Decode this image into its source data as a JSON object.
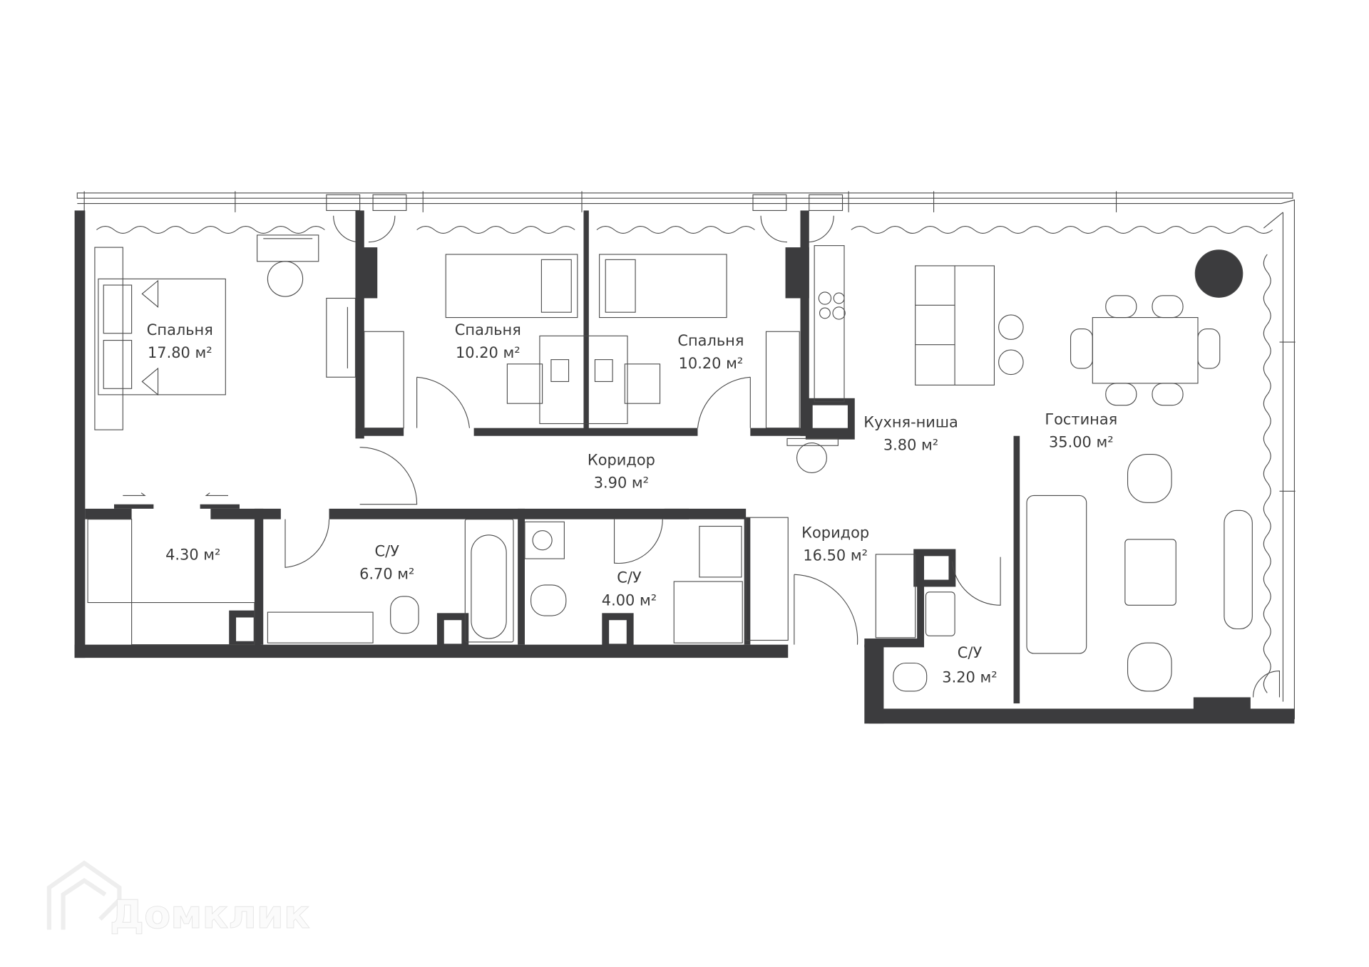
{
  "plan": {
    "rooms": [
      {
        "id": "bedroom-1",
        "name": "Спальня",
        "area": "17.80 м²"
      },
      {
        "id": "bedroom-2",
        "name": "Спальня",
        "area": "10.20 м²"
      },
      {
        "id": "bedroom-3",
        "name": "Спальня",
        "area": "10.20 м²"
      },
      {
        "id": "corridor-1",
        "name": "Коридор",
        "area": "3.90 м²"
      },
      {
        "id": "kitchen",
        "name": "Кухня-ниша",
        "area": "3.80 м²"
      },
      {
        "id": "living",
        "name": "Гостиная",
        "area": "35.00 м²"
      },
      {
        "id": "wardrobe",
        "name": "",
        "area": "4.30 м²"
      },
      {
        "id": "bath-1",
        "name": "С/У",
        "area": "6.70 м²"
      },
      {
        "id": "bath-2",
        "name": "С/У",
        "area": "4.00 м²"
      },
      {
        "id": "corridor-2",
        "name": "Коридор",
        "area": "16.50 м²"
      },
      {
        "id": "bath-3",
        "name": "С/У",
        "area": "3.20 м²"
      }
    ],
    "wall_color": "#3c3c3e"
  },
  "watermark": {
    "text": "Домклик"
  }
}
